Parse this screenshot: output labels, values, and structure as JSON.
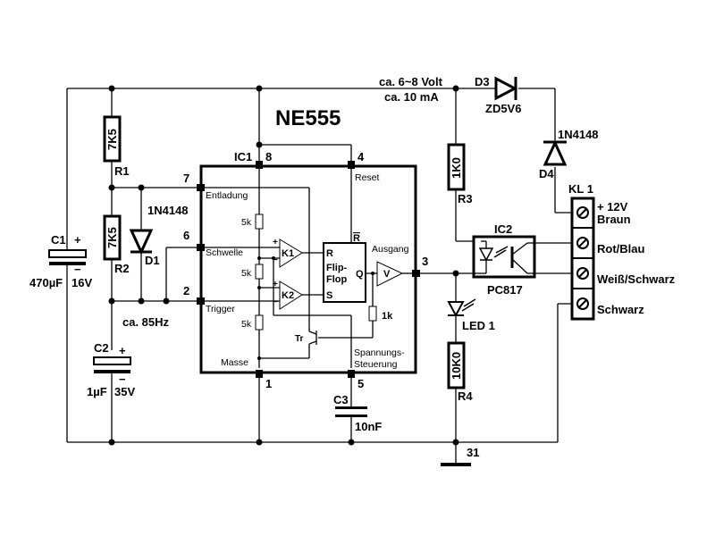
{
  "title": "NE555",
  "supply": {
    "voltage": "ca. 6~8 Volt",
    "current": "ca. 10 mA"
  },
  "frequency": "ca. 85Hz",
  "ic1": {
    "ref": "IC1",
    "pins": {
      "p8": "8",
      "p4": "4",
      "p7": "7",
      "p6": "6",
      "p2": "2",
      "p3": "3",
      "p1": "1",
      "p5": "5"
    },
    "labels": {
      "entladung": "Entladung",
      "schwelle": "Schwelle",
      "trigger": "Trigger",
      "masse": "Masse",
      "reset": "Reset",
      "ausgang": "Ausgang",
      "spannung1": "Spannungs-",
      "spannung2": "Steuerung",
      "r_top": "5k",
      "r_mid": "5k",
      "r_bot": "5k",
      "k1": "K1",
      "k2": "K2",
      "ff_r": "R",
      "ff_flip": "Flip-",
      "ff_flop": "Flop",
      "ff_s": "S",
      "ff_q": "Q",
      "ff_rbar": "R",
      "amp": "V",
      "r1k": "1k",
      "tr": "Tr",
      "plus": "+",
      "minus": "−"
    }
  },
  "components": {
    "r1": {
      "ref": "R1",
      "value": "7K5"
    },
    "r2": {
      "ref": "R2",
      "value": "7K5"
    },
    "r3": {
      "ref": "R3",
      "value": "1K0"
    },
    "r4": {
      "ref": "R4",
      "value": "10K0"
    },
    "d1": {
      "ref": "D1",
      "value": "1N4148"
    },
    "d3": {
      "ref": "D3",
      "value": "ZD5V6"
    },
    "d4": {
      "ref": "D4",
      "value": "1N4148"
    },
    "c1": {
      "ref": "C1",
      "value": "470µF",
      "voltage": "16V"
    },
    "c2": {
      "ref": "C2",
      "value": "1µF",
      "voltage": "35V"
    },
    "c3": {
      "ref": "C3",
      "value": "10nF"
    },
    "ic2": {
      "ref": "IC2",
      "value": "PC817"
    },
    "led1": {
      "ref": "LED 1"
    },
    "ground": {
      "label": "31"
    }
  },
  "terminal": {
    "ref": "KL 1",
    "pins": [
      {
        "line1": "+ 12V",
        "line2": "Braun"
      },
      {
        "line1": "Rot/Blau"
      },
      {
        "line1": "Weiß/Schwarz"
      },
      {
        "line1": "Schwarz"
      }
    ]
  },
  "symbols": {
    "plus": "+",
    "minus": "−"
  }
}
